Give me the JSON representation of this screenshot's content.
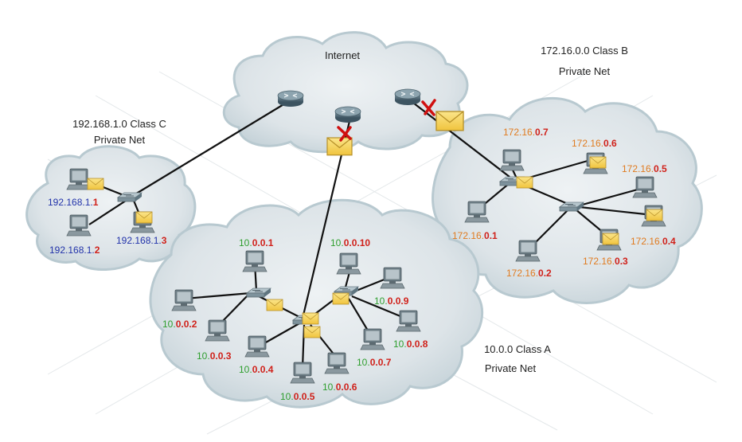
{
  "colors": {
    "cloud_fill": "#dde4e8",
    "cloud_edge": "#b8c9d0",
    "link": "#111111",
    "net_prefix_a": "#2e9e2e",
    "host_part": "#d0211a",
    "net_prefix_b": "#e07b20",
    "net_prefix_c": "#2233aa",
    "envelope": "#f4d35e",
    "blocked_mark": "#d01010"
  },
  "clouds": {
    "internet": {
      "title": "Internet"
    },
    "class_c": {
      "title_line1": "192.168.1.0 Class C",
      "title_line2": "Private Net"
    },
    "class_b": {
      "title_line1": "172.16.0.0 Class B",
      "title_line2": "Private Net"
    },
    "class_a": {
      "title_line1": "10.0.0 Class A",
      "title_line2": "Private Net"
    }
  },
  "hosts": {
    "c": [
      {
        "net": "192.168.1.",
        "host": "1"
      },
      {
        "net": "192.168.1.",
        "host": "2"
      },
      {
        "net": "192.168.1.",
        "host": "3"
      }
    ],
    "b": [
      {
        "net": "172.16.",
        "host": "0.7"
      },
      {
        "net": "172.16.",
        "host": "0.6"
      },
      {
        "net": "172.16.",
        "host": "0.5"
      },
      {
        "net": "172.16.",
        "host": "0.1"
      },
      {
        "net": "172.16.",
        "host": "0.4"
      },
      {
        "net": "172.16.",
        "host": "0.2"
      },
      {
        "net": "172.16.",
        "host": "0.3"
      }
    ],
    "a": [
      {
        "net": "10.",
        "host": "0.0.1"
      },
      {
        "net": "10.",
        "host": "0.0.10"
      },
      {
        "net": "10.",
        "host": "0.0.9"
      },
      {
        "net": "10.",
        "host": "0.0.2"
      },
      {
        "net": "10.",
        "host": "0.0.3"
      },
      {
        "net": "10.",
        "host": "0.0.8"
      },
      {
        "net": "10.",
        "host": "0.0.4"
      },
      {
        "net": "10.",
        "host": "0.0.7"
      },
      {
        "net": "10.",
        "host": "0.0.6"
      },
      {
        "net": "10.",
        "host": "0.0.5"
      }
    ]
  },
  "icons": {
    "router": "router-icon",
    "switch": "switch-icon",
    "pc": "pc-icon",
    "envelope": "envelope-icon",
    "blocked": "x-mark-icon"
  }
}
